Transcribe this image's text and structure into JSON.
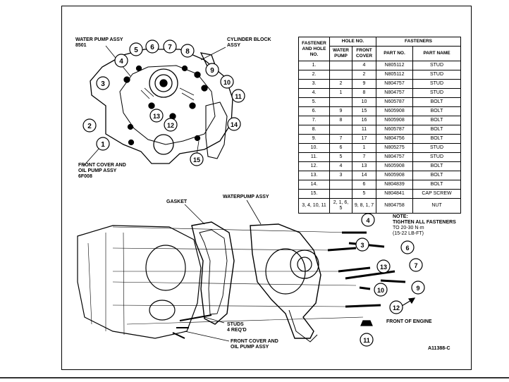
{
  "labels": {
    "water_pump_assy_top": "WATER PUMP ASSY",
    "water_pump_partno": "8501",
    "cylinder_block_1": "CYLINDER BLOCK",
    "cylinder_block_2": "ASSY",
    "front_cover_1": "FRONT COVER AND",
    "front_cover_2": "OIL PUMP ASSY",
    "front_cover_partno": "6F008",
    "gasket": "GASKET",
    "water_pump_assy_bottom": "WATERPUMP ASSY",
    "studs_1": "STUDS",
    "studs_2": "4 REQ'D",
    "front_cover_bottom_1": "FRONT COVER AND",
    "front_cover_bottom_2": "OIL PUMP ASSY",
    "front_of_engine": "FRONT OF ENGINE",
    "figure_id": "A11388-C"
  },
  "note": {
    "title": "NOTE:",
    "line1": "TIGHTEN ALL FASTENERS",
    "line2": "TO 20-30 N·m",
    "line3": "(15-22 LB-FT)"
  },
  "callouts_top": [
    "1",
    "2",
    "3",
    "4",
    "5",
    "6",
    "7",
    "8",
    "9",
    "10",
    "11",
    "12",
    "13",
    "14",
    "15"
  ],
  "callouts_bottom": [
    "4",
    "6",
    "3",
    "7",
    "13",
    "9",
    "10",
    "12",
    "11"
  ],
  "table": {
    "headers": {
      "fastener": "FASTENER AND HOLE NO.",
      "hole_no": "HOLE NO.",
      "water_pump": "WATER PUMP",
      "front_cover": "FRONT COVER",
      "fasteners": "FASTENERS",
      "part_no": "PART NO.",
      "part_name": "PART NAME"
    },
    "rows": [
      {
        "fastener": "1.",
        "wp": "",
        "fc": "4",
        "part_no": "N805112",
        "part_name": "STUD"
      },
      {
        "fastener": "2.",
        "wp": "",
        "fc": "2",
        "part_no": "N805112",
        "part_name": "STUD"
      },
      {
        "fastener": "3.",
        "wp": "2",
        "fc": "9",
        "part_no": "N804757",
        "part_name": "STUD"
      },
      {
        "fastener": "4.",
        "wp": "1",
        "fc": "8",
        "part_no": "N804757",
        "part_name": "STUD"
      },
      {
        "fastener": "5.",
        "wp": "",
        "fc": "10",
        "part_no": "N605787",
        "part_name": "BOLT"
      },
      {
        "fastener": "6.",
        "wp": "9",
        "fc": "15",
        "part_no": "N605908",
        "part_name": "BOLT"
      },
      {
        "fastener": "7.",
        "wp": "8",
        "fc": "16",
        "part_no": "N605908",
        "part_name": "BOLT"
      },
      {
        "fastener": "8.",
        "wp": "",
        "fc": "11",
        "part_no": "N605787",
        "part_name": "BOLT"
      },
      {
        "fastener": "9.",
        "wp": "7",
        "fc": "17",
        "part_no": "N804756",
        "part_name": "BOLT"
      },
      {
        "fastener": "10.",
        "wp": "6",
        "fc": "1",
        "part_no": "N805275",
        "part_name": "STUD"
      },
      {
        "fastener": "11.",
        "wp": "5",
        "fc": "7",
        "part_no": "N804757",
        "part_name": "STUD"
      },
      {
        "fastener": "12.",
        "wp": "4",
        "fc": "13",
        "part_no": "N605908",
        "part_name": "BOLT"
      },
      {
        "fastener": "13.",
        "wp": "3",
        "fc": "14",
        "part_no": "N605908",
        "part_name": "BOLT"
      },
      {
        "fastener": "14.",
        "wp": "",
        "fc": "6",
        "part_no": "N804839",
        "part_name": "BOLT"
      },
      {
        "fastener": "15.",
        "wp": "",
        "fc": "5",
        "part_no": "N804841",
        "part_name": "CAP SCREW"
      },
      {
        "fastener": "3, 4, 10, 11",
        "wp": "2, 1, 6, 5",
        "fc": "9, 8, 1, 7",
        "part_no": "N804758",
        "part_name": "NUT"
      }
    ]
  }
}
